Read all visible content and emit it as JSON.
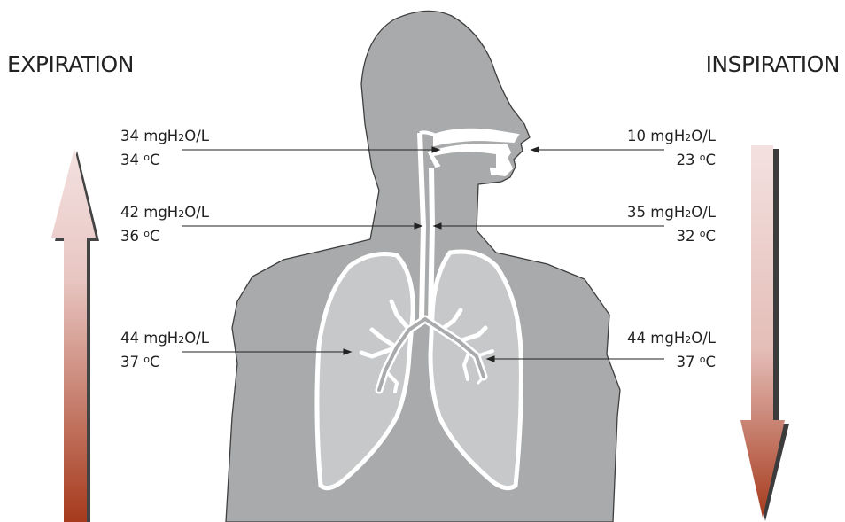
{
  "headings": {
    "expiration": "EXPIRATION",
    "inspiration": "INSPIRATION"
  },
  "colors": {
    "body": "#a8aaab",
    "lungs": "#c6c8c9",
    "outline": "#4a4a4a",
    "arrow_light": "#f1dedd",
    "arrow_dark": "#a63a1c"
  },
  "expiration_labels": [
    {
      "humidity": {
        "pre": "34 mgH",
        "sub": "2",
        "post": "O/L"
      },
      "temp": {
        "value": "34 ",
        "sup": "o",
        "unit": "C"
      }
    },
    {
      "humidity": {
        "pre": "42 mgH",
        "sub": "2",
        "post": "O/L"
      },
      "temp": {
        "value": "36 ",
        "sup": "o",
        "unit": "C"
      }
    },
    {
      "humidity": {
        "pre": "44 mgH",
        "sub": "2",
        "post": "O/L"
      },
      "temp": {
        "value": "37 ",
        "sup": "o",
        "unit": "C"
      }
    }
  ],
  "inspiration_labels": [
    {
      "humidity": {
        "pre": "10 mgH",
        "sub": "2",
        "post": "O/L"
      },
      "temp": {
        "value": "23 ",
        "sup": "o",
        "unit": "C"
      }
    },
    {
      "humidity": {
        "pre": "35 mgH",
        "sub": "2",
        "post": "O/L"
      },
      "temp": {
        "value": "32 ",
        "sup": "o",
        "unit": "C"
      }
    },
    {
      "humidity": {
        "pre": "44 mgH",
        "sub": "2",
        "post": "O/L"
      },
      "temp": {
        "value": "37 ",
        "sup": "o",
        "unit": "C"
      }
    }
  ]
}
